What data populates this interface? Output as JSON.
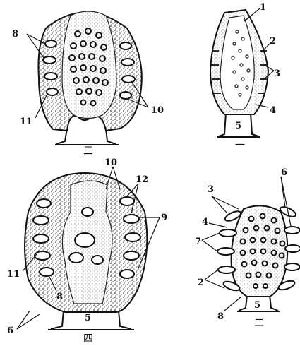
{
  "panels": [
    {
      "id": "top-left",
      "caption": "三",
      "labels": [
        "8",
        "10",
        "11"
      ]
    },
    {
      "id": "top-right",
      "caption": "一",
      "labels": [
        "1",
        "2",
        "3",
        "4",
        "5"
      ]
    },
    {
      "id": "bottom-left",
      "caption": "四",
      "labels": [
        "10",
        "12",
        "9",
        "11",
        "8",
        "5",
        "6"
      ]
    },
    {
      "id": "bottom-right",
      "caption": "二",
      "labels": [
        "3",
        "6",
        "4",
        "7",
        "2",
        "8",
        "5"
      ]
    }
  ],
  "colors": {
    "ink": "#111111",
    "stipple": "#555555",
    "paper": "#ffffff"
  }
}
